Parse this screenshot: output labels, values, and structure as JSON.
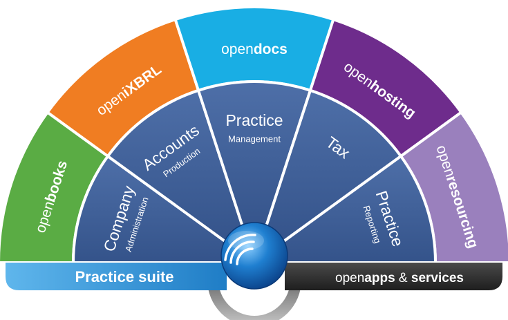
{
  "outer_ring": [
    {
      "id": "openbooks",
      "prefix": "open",
      "suffix": "books",
      "color": "#5aac44"
    },
    {
      "id": "openixbrl",
      "prefix": "open",
      "suffix": "iXBRL",
      "color": "#f07d22"
    },
    {
      "id": "opendocs",
      "prefix": "open",
      "suffix": "docs",
      "color": "#19aee4"
    },
    {
      "id": "openhosting",
      "prefix": "open",
      "suffix": "hosting",
      "color": "#6e2c8c"
    },
    {
      "id": "openresourcing",
      "prefix": "open",
      "suffix": "resourcing",
      "color": "#9a80bd"
    }
  ],
  "inner_ring": [
    {
      "id": "company-administration",
      "title": "Company",
      "subtitle": "Administration"
    },
    {
      "id": "accounts-production",
      "title": "Accounts",
      "subtitle": "Production"
    },
    {
      "id": "practice-management",
      "title": "Practice",
      "subtitle": "Management"
    },
    {
      "id": "tax",
      "title": "Tax",
      "subtitle": ""
    },
    {
      "id": "practice-reporting",
      "title": "Practice",
      "subtitle": "Reporting"
    }
  ],
  "bottom_bar": {
    "left_label": "Practice suite",
    "right_prefix": "open",
    "right_bold1": "apps",
    "right_mid": " & ",
    "right_bold2": "services"
  },
  "colors": {
    "inner_fill": "#3d5c93",
    "inner_fill_light": "#4d6ea8",
    "left_bar": "#2a8ed3",
    "right_bar": "#2b2b2b",
    "ring_grey": "#8a8a8a"
  },
  "icons": {
    "hub": "wifi-signal-icon"
  }
}
